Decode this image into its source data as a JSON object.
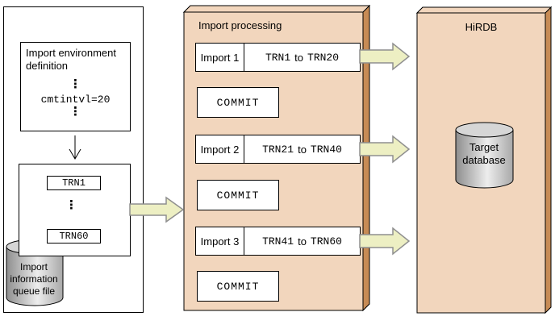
{
  "colors": {
    "panel_fill": "#f2d6bd",
    "panel_side": "#c78b55",
    "flow_arrow_fill": "#edefc3",
    "flow_arrow_border": "#8f8f8f",
    "cylinder_dark": "#8e8e8e",
    "cylinder_light": "#ededed",
    "line_color": "#000000"
  },
  "left_panel": {
    "definition_box": {
      "title": "Import environment definition",
      "ellipsis": "⋮",
      "parameter": "cmtintvl=20"
    },
    "transaction_box": {
      "first": "TRN1",
      "ellipsis": "⋮",
      "last": "TRN60"
    },
    "queue_cylinder": {
      "lines": [
        "Import",
        "information",
        "queue file"
      ]
    }
  },
  "import_processing": {
    "title": "Import processing",
    "imports": [
      {
        "label": "Import 1",
        "from": "TRN1",
        "connector": "to",
        "to": "TRN20"
      },
      {
        "label": "Import 2",
        "from": "TRN21",
        "connector": "to",
        "to": "TRN40"
      },
      {
        "label": "Import 3",
        "from": "TRN41",
        "connector": "to",
        "to": "TRN60"
      }
    ],
    "commit_label": "COMMIT"
  },
  "hirdb_panel": {
    "title": "HiRDB",
    "database_cylinder": {
      "lines": [
        "Target",
        "database"
      ]
    }
  }
}
